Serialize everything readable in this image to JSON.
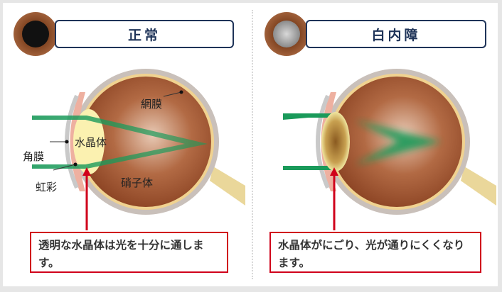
{
  "normal": {
    "title": "正常",
    "labels": {
      "retina": "網膜",
      "lens": "水晶体",
      "cornea": "角膜",
      "iris": "虹彩",
      "vitreous": "硝子体"
    },
    "caption": "透明な水晶体は光を十分に通します。"
  },
  "cataract": {
    "title": "白内障",
    "caption": "水晶体がにごり、光が通りにくくなります。"
  },
  "colors": {
    "header_border": "#1e3358",
    "caption_border": "#d0021b",
    "ray": "#1a9a5a"
  }
}
